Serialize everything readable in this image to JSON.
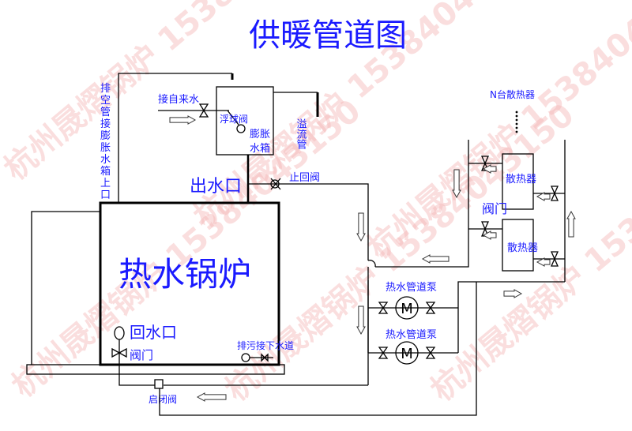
{
  "title": "供暖管道图",
  "watermark": "杭州晟熠锅炉 15384043150",
  "labels": {
    "vent_pipe": "排空管接膨胀水箱上口",
    "tap_water": "接自来水",
    "float_valve": "浮球阀",
    "expansion_tank_1": "膨胀",
    "expansion_tank_2": "水箱",
    "overflow_pipe": "溢流管",
    "outlet": "出水口",
    "check_valve": "止回阀",
    "boiler": "热水锅炉",
    "return_inlet": "回水口",
    "valve": "阀门",
    "drain": "排污接下水道",
    "shutoff_valve": "启闭阀",
    "pump_1": "热水管道泵",
    "pump_2": "热水管道泵",
    "n_radiators": "N台散热器",
    "radiator_1": "散热器",
    "radiator_2": "散热器",
    "radiator_valve": "阀门",
    "pump_motor": "M"
  },
  "colors": {
    "label": "#1a1aff",
    "pipe": "#000000",
    "watermark": "#f4b8b8"
  }
}
